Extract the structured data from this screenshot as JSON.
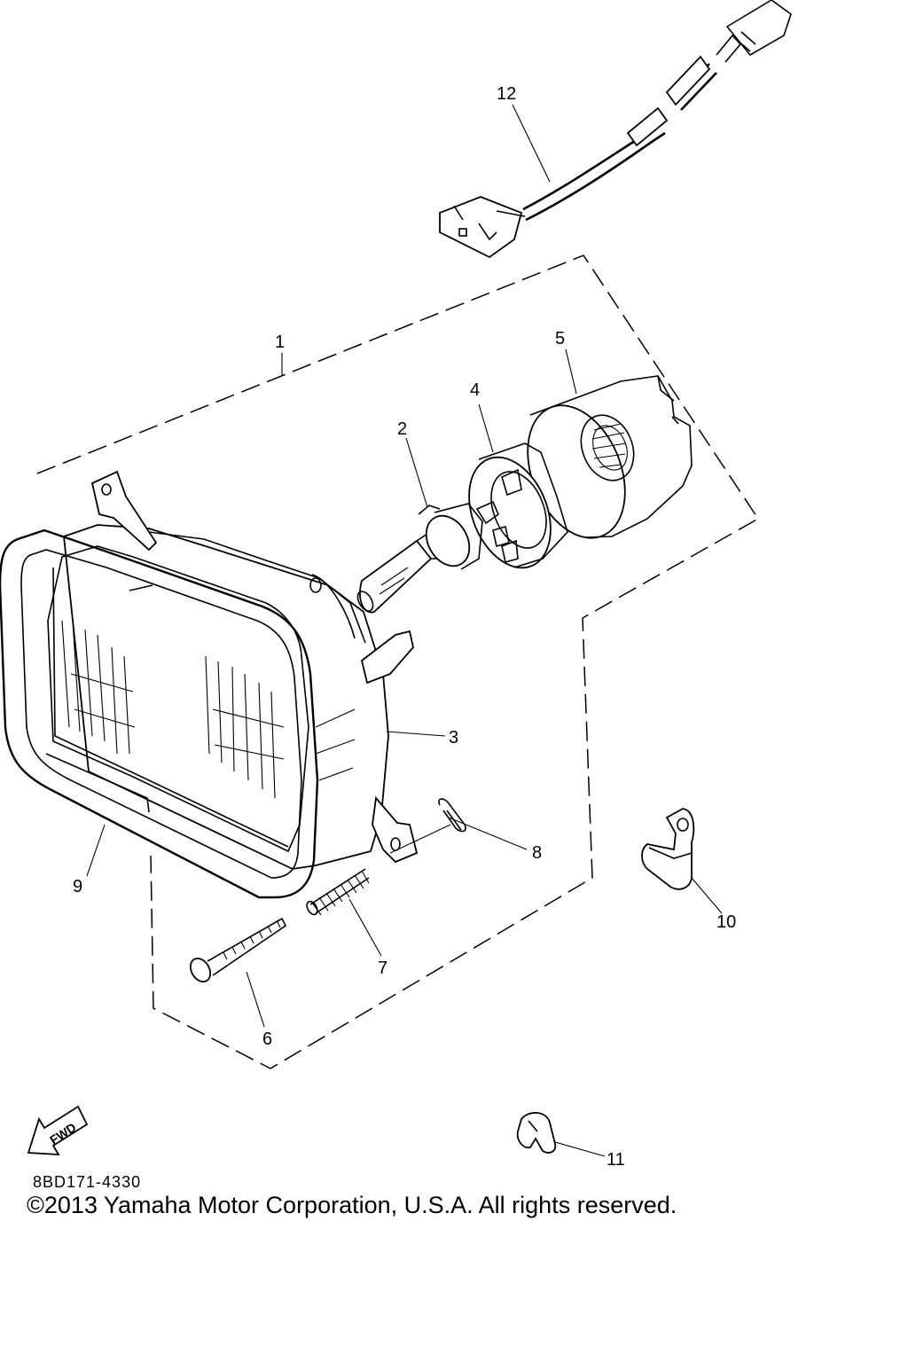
{
  "diagram": {
    "callouts": [
      {
        "id": "1",
        "text": "1"
      },
      {
        "id": "2",
        "text": "2"
      },
      {
        "id": "3",
        "text": "3"
      },
      {
        "id": "4",
        "text": "4"
      },
      {
        "id": "5",
        "text": "5"
      },
      {
        "id": "6",
        "text": "6"
      },
      {
        "id": "7",
        "text": "7"
      },
      {
        "id": "8",
        "text": "8"
      },
      {
        "id": "9",
        "text": "9"
      },
      {
        "id": "10",
        "text": "10"
      },
      {
        "id": "11",
        "text": "11"
      },
      {
        "id": "12",
        "text": "12"
      }
    ],
    "direction_arrow_text": "FWD",
    "reference_code": "8BD171-4330",
    "copyright": "©2013 Yamaha Motor Corporation, U.S.A. All rights reserved."
  }
}
